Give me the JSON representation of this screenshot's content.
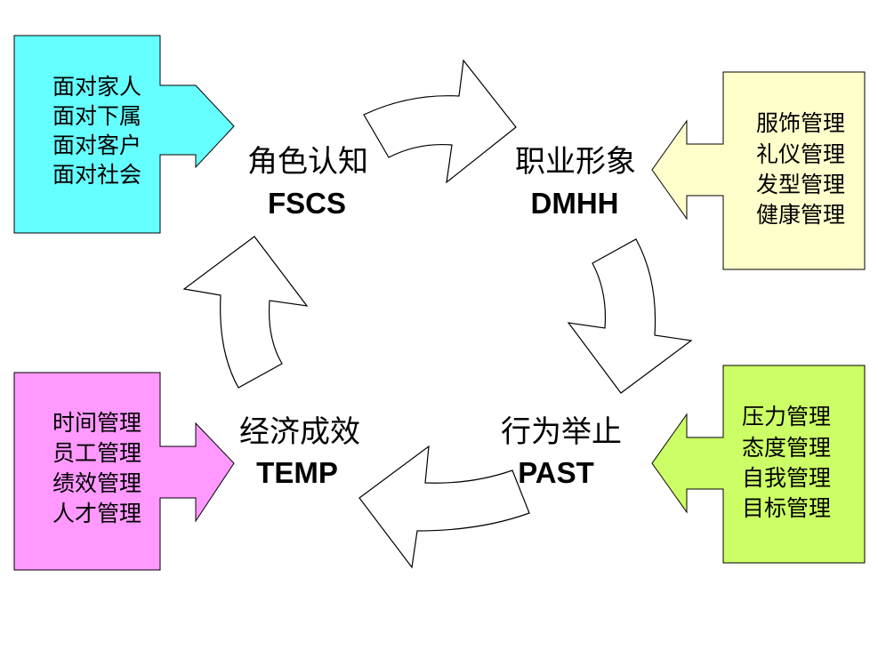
{
  "diagram": {
    "nodes": {
      "role": {
        "cn": "角色认知",
        "en": "FSCS"
      },
      "image": {
        "cn": "职业形象",
        "en": "DMHH"
      },
      "behavior": {
        "cn": "行为举止",
        "en": "PAST"
      },
      "economic": {
        "cn": "经济成效",
        "en": "TEMP"
      }
    },
    "boxes": {
      "role": {
        "color": "#66FFFF",
        "items": [
          "面对家人",
          "面对下属",
          "面对客户",
          "面对社会"
        ]
      },
      "image": {
        "color": "#FFFFCC",
        "items": [
          "服饰管理",
          "礼仪管理",
          "发型管理",
          "健康管理"
        ]
      },
      "behavior": {
        "color": "#CCFF66",
        "items": [
          "压力管理",
          "态度管理",
          "自我管理",
          "目标管理"
        ]
      },
      "economic": {
        "color": "#FF99FF",
        "items": [
          "时间管理",
          "员工管理",
          "绩效管理",
          "人才管理"
        ]
      }
    },
    "cycle": [
      "角色认知",
      "职业形象",
      "行为举止",
      "经济成效"
    ]
  }
}
